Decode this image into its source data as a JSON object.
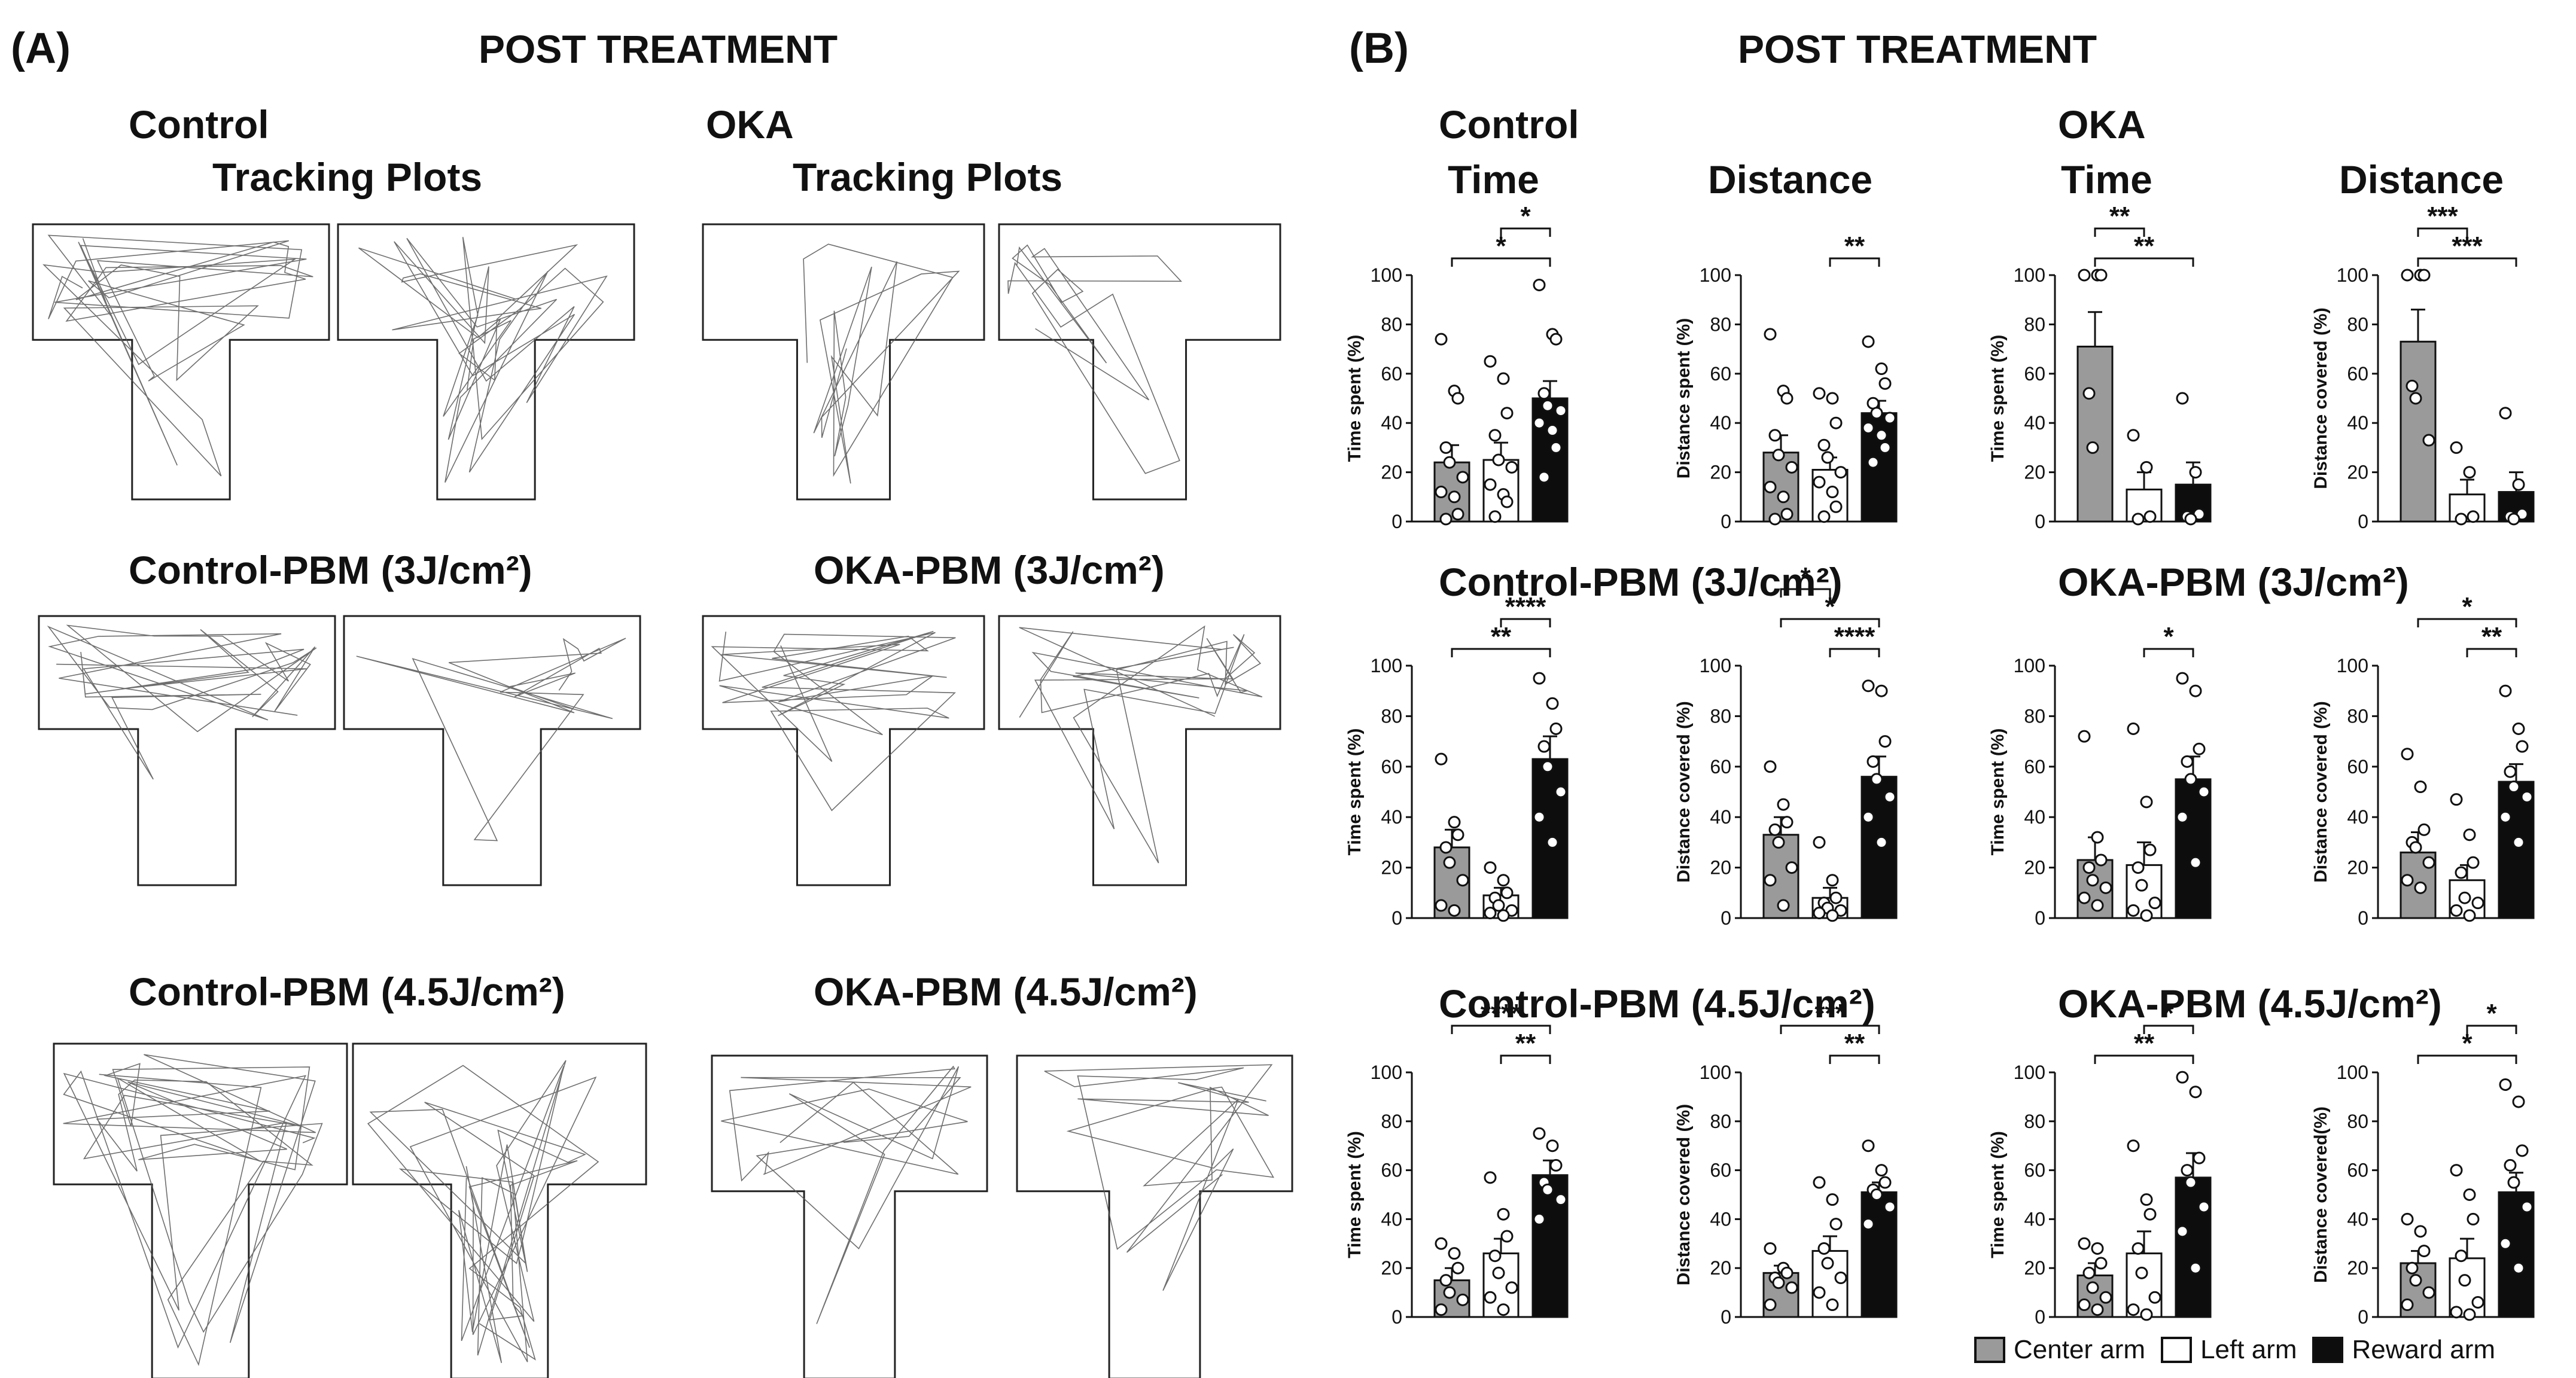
{
  "panel_a": {
    "tag": "(A)",
    "title": "POST TREATMENT",
    "control_label": "Control",
    "oka_label": "OKA",
    "tracking_label": "Tracking Plots",
    "row_titles": {
      "control_pbm3": "Control-PBM (3J/cm²)",
      "oka_pbm3": "OKA-PBM (3J/cm²)",
      "control_pbm45": "Control-PBM (4.5J/cm²)",
      "oka_pbm45": "OKA-PBM (4.5J/cm²)"
    }
  },
  "panel_b": {
    "tag": "(B)",
    "title": "POST TREATMENT",
    "control_label": "Control",
    "oka_label": "OKA",
    "col_time": "Time",
    "col_distance": "Distance",
    "row_titles": {
      "control_pbm3": "Control-PBM (3J/cm²)",
      "oka_pbm3": "OKA-PBM (3J/cm²)",
      "control_pbm45": "Control-PBM (4.5J/cm²)",
      "oka_pbm45": "OKA-PBM (4.5J/cm²)"
    }
  },
  "legend": {
    "center": "Center arm",
    "left": "Left arm",
    "reward": "Reward arm",
    "colors": {
      "center": "#9a9a9a",
      "left": "#ffffff",
      "reward": "#0d0d0d"
    }
  },
  "chart_data": [
    {
      "id": "c_time",
      "type": "bar",
      "categories": [
        "Center arm",
        "Left arm",
        "Reward arm"
      ],
      "ylabel": "Time spent (%)",
      "ylim": [
        0,
        100
      ],
      "yticks": [
        0,
        20,
        40,
        60,
        80,
        100
      ],
      "series": [
        {
          "name": "Center arm",
          "values": [
            24
          ],
          "sem": [
            7
          ]
        },
        {
          "name": "Left arm",
          "values": [
            25
          ],
          "sem": [
            7
          ]
        },
        {
          "name": "Reward arm",
          "values": [
            50
          ],
          "sem": [
            7
          ]
        }
      ],
      "points": [
        [
          74,
          53,
          50,
          30,
          24,
          18,
          12,
          10,
          3,
          1
        ],
        [
          65,
          58,
          44,
          35,
          25,
          22,
          15,
          11,
          8,
          2
        ],
        [
          96,
          76,
          74,
          52,
          47,
          45,
          40,
          37,
          30,
          18
        ]
      ],
      "significance": [
        {
          "between": [
            0,
            2
          ],
          "label": "*"
        },
        {
          "between": [
            1,
            2
          ],
          "label": "*"
        }
      ]
    },
    {
      "id": "c_dist",
      "type": "bar",
      "categories": [
        "Center arm",
        "Left arm",
        "Reward arm"
      ],
      "ylabel": "Distance spent (%)",
      "ylim": [
        0,
        100
      ],
      "yticks": [
        0,
        20,
        40,
        60,
        80,
        100
      ],
      "series": [
        {
          "name": "Center arm",
          "values": [
            28
          ],
          "sem": [
            7
          ]
        },
        {
          "name": "Left arm",
          "values": [
            21
          ],
          "sem": [
            5
          ]
        },
        {
          "name": "Reward arm",
          "values": [
            44
          ],
          "sem": [
            5
          ]
        }
      ],
      "points": [
        [
          76,
          53,
          50,
          35,
          27,
          22,
          14,
          10,
          3,
          1
        ],
        [
          52,
          50,
          40,
          31,
          26,
          20,
          16,
          12,
          6,
          2
        ],
        [
          73,
          62,
          56,
          48,
          44,
          42,
          38,
          35,
          30,
          24
        ]
      ],
      "significance": [
        {
          "between": [
            1,
            2
          ],
          "label": "**"
        }
      ]
    },
    {
      "id": "o_time",
      "type": "bar",
      "categories": [
        "Center arm",
        "Left arm",
        "Reward arm"
      ],
      "ylabel": "Time spent (%)",
      "ylim": [
        0,
        100
      ],
      "yticks": [
        0,
        20,
        40,
        60,
        80,
        100
      ],
      "series": [
        {
          "name": "Center arm",
          "values": [
            71
          ],
          "sem": [
            14
          ]
        },
        {
          "name": "Left arm",
          "values": [
            13
          ],
          "sem": [
            7
          ]
        },
        {
          "name": "Reward arm",
          "values": [
            15
          ],
          "sem": [
            9
          ]
        }
      ],
      "points": [
        [
          100,
          100,
          100,
          52,
          30
        ],
        [
          35,
          22,
          2,
          1
        ],
        [
          50,
          20,
          3,
          2,
          1
        ]
      ],
      "significance": [
        {
          "between": [
            0,
            2
          ],
          "label": "**"
        },
        {
          "between": [
            0,
            1
          ],
          "label": "**"
        }
      ]
    },
    {
      "id": "o_dist",
      "type": "bar",
      "categories": [
        "Center arm",
        "Left arm",
        "Reward arm"
      ],
      "ylabel": "Distance covered (%)",
      "ylim": [
        0,
        100
      ],
      "yticks": [
        0,
        20,
        40,
        60,
        80,
        100
      ],
      "series": [
        {
          "name": "Center arm",
          "values": [
            73
          ],
          "sem": [
            13
          ]
        },
        {
          "name": "Left arm",
          "values": [
            11
          ],
          "sem": [
            6
          ]
        },
        {
          "name": "Reward arm",
          "values": [
            12
          ],
          "sem": [
            8
          ]
        }
      ],
      "points": [
        [
          100,
          100,
          100,
          55,
          50,
          33
        ],
        [
          30,
          20,
          2,
          1
        ],
        [
          44,
          15,
          3,
          2,
          1
        ]
      ],
      "significance": [
        {
          "between": [
            0,
            2
          ],
          "label": "***"
        },
        {
          "between": [
            0,
            1
          ],
          "label": "***"
        }
      ]
    },
    {
      "id": "cp3_time",
      "type": "bar",
      "categories": [
        "Center arm",
        "Left arm",
        "Reward arm"
      ],
      "ylabel": "Time spent (%)",
      "ylim": [
        0,
        100
      ],
      "yticks": [
        0,
        20,
        40,
        60,
        80,
        100
      ],
      "series": [
        {
          "name": "Center arm",
          "values": [
            28
          ],
          "sem": [
            7
          ]
        },
        {
          "name": "Left arm",
          "values": [
            9
          ],
          "sem": [
            3
          ]
        },
        {
          "name": "Reward arm",
          "values": [
            63
          ],
          "sem": [
            9
          ]
        }
      ],
      "points": [
        [
          63,
          38,
          33,
          28,
          22,
          15,
          5,
          3
        ],
        [
          20,
          15,
          10,
          8,
          5,
          3,
          2,
          1
        ],
        [
          95,
          85,
          75,
          68,
          60,
          50,
          40,
          30
        ]
      ],
      "significance": [
        {
          "between": [
            0,
            2
          ],
          "label": "**"
        },
        {
          "between": [
            1,
            2
          ],
          "label": "****"
        }
      ]
    },
    {
      "id": "cp3_dist",
      "type": "bar",
      "categories": [
        "Center arm",
        "Left arm",
        "Reward arm"
      ],
      "ylabel": "Distance covered (%)",
      "ylim": [
        0,
        100
      ],
      "yticks": [
        0,
        20,
        40,
        60,
        80,
        100
      ],
      "series": [
        {
          "name": "Center arm",
          "values": [
            33
          ],
          "sem": [
            7
          ]
        },
        {
          "name": "Left arm",
          "values": [
            8
          ],
          "sem": [
            4
          ]
        },
        {
          "name": "Reward arm",
          "values": [
            56
          ],
          "sem": [
            8
          ]
        }
      ],
      "points": [
        [
          60,
          45,
          38,
          35,
          30,
          20,
          15,
          5
        ],
        [
          30,
          15,
          8,
          6,
          4,
          3,
          2,
          1
        ],
        [
          92,
          90,
          70,
          62,
          55,
          48,
          40,
          30
        ]
      ],
      "significance": [
        {
          "between": [
            1,
            2
          ],
          "label": "****"
        },
        {
          "between": [
            0,
            2
          ],
          "label": "*"
        },
        {
          "between": [
            0,
            1
          ],
          "label": "*"
        }
      ]
    },
    {
      "id": "op3_time",
      "type": "bar",
      "categories": [
        "Center arm",
        "Left arm",
        "Reward arm"
      ],
      "ylabel": "Time spent (%)",
      "ylim": [
        0,
        100
      ],
      "yticks": [
        0,
        20,
        40,
        60,
        80,
        100
      ],
      "series": [
        {
          "name": "Center arm",
          "values": [
            23
          ],
          "sem": [
            9
          ]
        },
        {
          "name": "Left arm",
          "values": [
            21
          ],
          "sem": [
            9
          ]
        },
        {
          "name": "Reward arm",
          "values": [
            55
          ],
          "sem": [
            9
          ]
        }
      ],
      "points": [
        [
          72,
          32,
          23,
          20,
          15,
          12,
          8,
          5
        ],
        [
          75,
          46,
          27,
          20,
          13,
          6,
          3,
          1
        ],
        [
          95,
          90,
          67,
          62,
          55,
          50,
          40,
          22
        ]
      ],
      "significance": [
        {
          "between": [
            1,
            2
          ],
          "label": "*"
        }
      ]
    },
    {
      "id": "op3_dist",
      "type": "bar",
      "categories": [
        "Center arm",
        "Left arm",
        "Reward arm"
      ],
      "ylabel": "Distance covered (%)",
      "ylim": [
        0,
        100
      ],
      "yticks": [
        0,
        20,
        40,
        60,
        80,
        100
      ],
      "series": [
        {
          "name": "Center arm",
          "values": [
            26
          ],
          "sem": [
            8
          ]
        },
        {
          "name": "Left arm",
          "values": [
            15
          ],
          "sem": [
            6
          ]
        },
        {
          "name": "Reward arm",
          "values": [
            54
          ],
          "sem": [
            7
          ]
        }
      ],
      "points": [
        [
          65,
          52,
          35,
          30,
          28,
          22,
          15,
          12
        ],
        [
          47,
          33,
          22,
          18,
          8,
          6,
          3,
          1
        ],
        [
          90,
          75,
          68,
          58,
          52,
          48,
          40,
          30
        ]
      ],
      "significance": [
        {
          "between": [
            1,
            2
          ],
          "label": "**"
        },
        {
          "between": [
            0,
            2
          ],
          "label": "*"
        }
      ]
    },
    {
      "id": "cp45_time",
      "type": "bar",
      "categories": [
        "Center arm",
        "Left arm",
        "Reward arm"
      ],
      "ylabel": "Time spent (%)",
      "ylim": [
        0,
        100
      ],
      "yticks": [
        0,
        20,
        40,
        60,
        80,
        100
      ],
      "series": [
        {
          "name": "Center arm",
          "values": [
            15
          ],
          "sem": [
            5
          ]
        },
        {
          "name": "Left arm",
          "values": [
            26
          ],
          "sem": [
            6
          ]
        },
        {
          "name": "Reward arm",
          "values": [
            58
          ],
          "sem": [
            6
          ]
        }
      ],
      "points": [
        [
          30,
          26,
          20,
          15,
          10,
          7,
          3
        ],
        [
          57,
          42,
          33,
          25,
          18,
          12,
          8,
          3
        ],
        [
          75,
          70,
          62,
          55,
          52,
          48,
          40
        ]
      ],
      "significance": [
        {
          "between": [
            1,
            2
          ],
          "label": "**"
        },
        {
          "between": [
            0,
            2
          ],
          "label": "****"
        }
      ]
    },
    {
      "id": "cp45_dist",
      "type": "bar",
      "categories": [
        "Center arm",
        "Left arm",
        "Reward arm"
      ],
      "ylabel": "Distance covered (%)",
      "ylim": [
        0,
        100
      ],
      "yticks": [
        0,
        20,
        40,
        60,
        80,
        100
      ],
      "series": [
        {
          "name": "Center arm",
          "values": [
            18
          ],
          "sem": [
            3
          ]
        },
        {
          "name": "Left arm",
          "values": [
            27
          ],
          "sem": [
            6
          ]
        },
        {
          "name": "Reward arm",
          "values": [
            51
          ],
          "sem": [
            4
          ]
        }
      ],
      "points": [
        [
          28,
          20,
          18,
          16,
          14,
          12,
          5
        ],
        [
          55,
          48,
          38,
          28,
          22,
          16,
          10,
          5
        ],
        [
          70,
          60,
          55,
          52,
          50,
          45,
          38
        ]
      ],
      "significance": [
        {
          "between": [
            1,
            2
          ],
          "label": "**"
        },
        {
          "between": [
            0,
            2
          ],
          "label": "***"
        }
      ]
    },
    {
      "id": "op45_time",
      "type": "bar",
      "categories": [
        "Center arm",
        "Left arm",
        "Reward arm"
      ],
      "ylabel": "Time spent (%)",
      "ylim": [
        0,
        100
      ],
      "yticks": [
        0,
        20,
        40,
        60,
        80,
        100
      ],
      "series": [
        {
          "name": "Center arm",
          "values": [
            17
          ],
          "sem": [
            5
          ]
        },
        {
          "name": "Left arm",
          "values": [
            26
          ],
          "sem": [
            9
          ]
        },
        {
          "name": "Reward arm",
          "values": [
            57
          ],
          "sem": [
            10
          ]
        }
      ],
      "points": [
        [
          30,
          28,
          22,
          18,
          12,
          8,
          5,
          3
        ],
        [
          70,
          48,
          42,
          28,
          18,
          8,
          3,
          1
        ],
        [
          98,
          92,
          65,
          60,
          55,
          45,
          35,
          20
        ]
      ],
      "significance": [
        {
          "between": [
            0,
            2
          ],
          "label": "**"
        },
        {
          "between": [
            1,
            2
          ],
          "label": "*"
        }
      ]
    },
    {
      "id": "op45_dist",
      "type": "bar",
      "categories": [
        "Center arm",
        "Left arm",
        "Reward arm"
      ],
      "ylabel": "Distance covered(%)",
      "ylim": [
        0,
        100
      ],
      "yticks": [
        0,
        20,
        40,
        60,
        80,
        100
      ],
      "series": [
        {
          "name": "Center arm",
          "values": [
            22
          ],
          "sem": [
            5
          ]
        },
        {
          "name": "Left arm",
          "values": [
            24
          ],
          "sem": [
            8
          ]
        },
        {
          "name": "Reward arm",
          "values": [
            51
          ],
          "sem": [
            8
          ]
        }
      ],
      "points": [
        [
          40,
          35,
          27,
          20,
          15,
          10,
          5
        ],
        [
          60,
          50,
          40,
          25,
          15,
          6,
          2,
          1
        ],
        [
          95,
          88,
          68,
          62,
          55,
          45,
          30,
          20
        ]
      ],
      "significance": [
        {
          "between": [
            0,
            2
          ],
          "label": "*"
        },
        {
          "between": [
            1,
            2
          ],
          "label": "*"
        }
      ]
    }
  ]
}
